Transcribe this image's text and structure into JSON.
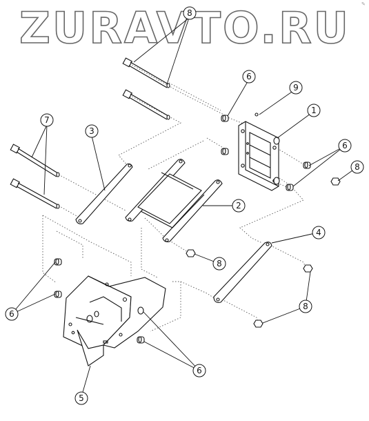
{
  "watermark": "ZURAVTO.RU",
  "corner_mark": "✎",
  "callouts": [
    {
      "id": "c1",
      "label": "1"
    },
    {
      "id": "c2",
      "label": "2"
    },
    {
      "id": "c3",
      "label": "3"
    },
    {
      "id": "c4",
      "label": "4"
    },
    {
      "id": "c5",
      "label": "5"
    },
    {
      "id": "c6a",
      "label": "6"
    },
    {
      "id": "c6b",
      "label": "6"
    },
    {
      "id": "c6c",
      "label": "6"
    },
    {
      "id": "c6d",
      "label": "6"
    },
    {
      "id": "c7a",
      "label": "7"
    },
    {
      "id": "c7b",
      "label": "7"
    },
    {
      "id": "c8a",
      "label": "8"
    },
    {
      "id": "c8b",
      "label": "8"
    },
    {
      "id": "c8c",
      "label": "8"
    },
    {
      "id": "c9",
      "label": "9"
    }
  ]
}
